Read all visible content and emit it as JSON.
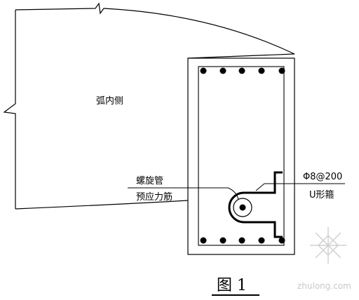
{
  "labels": {
    "inner_side": "弧内侧",
    "spiral_tube": "螺旋管",
    "prestress_tendon": "预应力筋",
    "stirrup_spec": "Φ8@200",
    "stirrup_name": "U形箍"
  },
  "caption": "图 1",
  "watermark": "zhulong.com",
  "colors": {
    "line": "#000000",
    "watermark": "#c8c8c8"
  }
}
